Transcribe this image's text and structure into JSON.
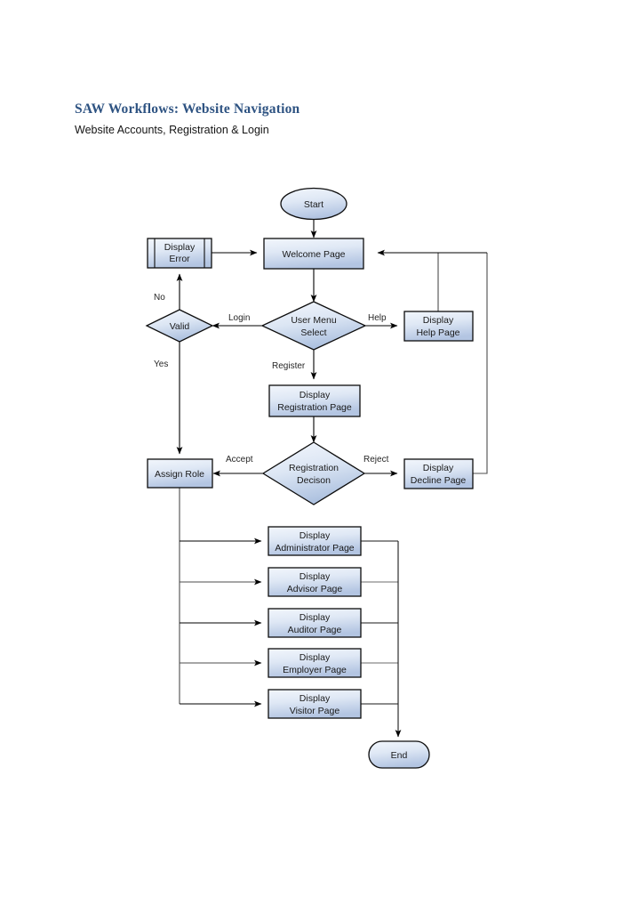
{
  "header": {
    "title": "SAW Workflows: Website Navigation",
    "subtitle": "Website Accounts, Registration & Login",
    "title_color": "#2e5382"
  },
  "diagram": {
    "type": "flowchart",
    "style": {
      "node_fill_top": "#eef3fb",
      "node_fill_bottom": "#b6c7e3",
      "node_stroke": "#0d0d0d",
      "connector_stroke": "#4d4d4d",
      "arrow_stroke": "#000000"
    },
    "nodes": [
      {
        "id": "start",
        "shape": "ellipse",
        "label": "Start"
      },
      {
        "id": "display_error",
        "shape": "predefined-process",
        "label_line1": "Display",
        "label_line2": "Error"
      },
      {
        "id": "welcome",
        "shape": "rectangle",
        "label": "Welcome Page"
      },
      {
        "id": "valid",
        "shape": "diamond",
        "label": "Valid"
      },
      {
        "id": "user_menu",
        "shape": "diamond",
        "label_line1": "User Menu",
        "label_line2": "Select"
      },
      {
        "id": "help_page",
        "shape": "rectangle",
        "label_line1": "Display",
        "label_line2": "Help Page"
      },
      {
        "id": "reg_page",
        "shape": "rectangle",
        "label_line1": "Display",
        "label_line2": "Registration Page"
      },
      {
        "id": "reg_decision",
        "shape": "diamond",
        "label_line1": "Registration",
        "label_line2": "Decison"
      },
      {
        "id": "assign_role",
        "shape": "rectangle",
        "label": "Assign Role"
      },
      {
        "id": "decline_page",
        "shape": "rectangle",
        "label_line1": "Display",
        "label_line2": "Decline Page"
      },
      {
        "id": "admin_page",
        "shape": "rectangle",
        "label_line1": "Display",
        "label_line2": "Administrator Page"
      },
      {
        "id": "advisor_page",
        "shape": "rectangle",
        "label_line1": "Display",
        "label_line2": "Advisor Page"
      },
      {
        "id": "auditor_page",
        "shape": "rectangle",
        "label_line1": "Display",
        "label_line2": "Auditor Page"
      },
      {
        "id": "employer_page",
        "shape": "rectangle",
        "label_line1": "Display",
        "label_line2": "Employer Page"
      },
      {
        "id": "visitor_page",
        "shape": "rectangle",
        "label_line1": "Display",
        "label_line2": "Visitor Page"
      },
      {
        "id": "end",
        "shape": "rounded-rectangle",
        "label": "End"
      }
    ],
    "edge_labels": {
      "no": "No",
      "yes": "Yes",
      "login": "Login",
      "help": "Help",
      "register": "Register",
      "accept": "Accept",
      "reject": "Reject"
    }
  }
}
